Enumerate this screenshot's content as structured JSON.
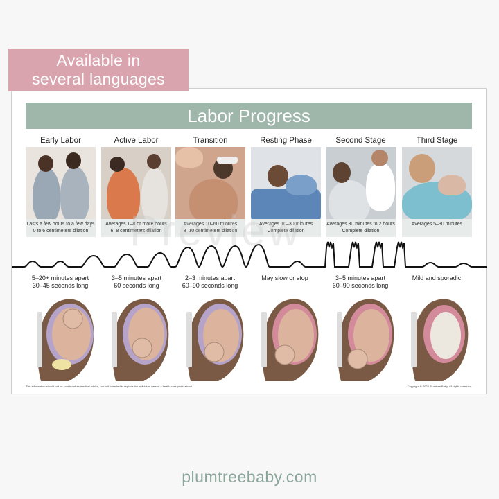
{
  "badge": {
    "line1": "Available in",
    "line2": "several languages"
  },
  "poster": {
    "title": "Labor Progress",
    "stages": [
      {
        "name": "Early Labor",
        "caption1": "Lasts a few hours to a few days",
        "caption2": "0 to 6 centimeters dilation",
        "contraction1": "5–20+ minutes apart",
        "contraction2": "30–45 seconds long"
      },
      {
        "name": "Active Labor",
        "caption1": "Averages 1–8 or more hours",
        "caption2": "6–8 centimeters dilation",
        "contraction1": "3–5 minutes apart",
        "contraction2": "60 seconds long"
      },
      {
        "name": "Transition",
        "caption1": "Averages 10–60 minutes",
        "caption2": "8–10 centimeters dilation",
        "contraction1": "2–3 minutes apart",
        "contraction2": "60–90 seconds long"
      },
      {
        "name": "Resting Phase",
        "caption1": "Averages 10–30 minutes",
        "caption2": "Complete dilation",
        "contraction1": "May slow or stop",
        "contraction2": ""
      },
      {
        "name": "Second Stage",
        "caption1": "Averages 30 minutes to 2 hours",
        "caption2": "Complete dilation",
        "contraction1": "3–5 minutes apart",
        "contraction2": "60–90 seconds long"
      },
      {
        "name": "Third Stage",
        "caption1": "Averages 5–30 minutes",
        "caption2": "",
        "contraction1": "Mild and sporadic",
        "contraction2": ""
      }
    ],
    "disclaimer": "This information should not be construed as medical advice, nor is it intended to replace the individual care of a health care professional.",
    "copyright": "Copyright © 2022 Plumtree Baby. All rights reserved.",
    "watermark": "Preview"
  },
  "site": "plumtreebaby.com",
  "colors": {
    "badge": "#d9a4ad",
    "title_bar": "#9fb7ab",
    "caption_bg": "#e7ecea",
    "site": "#8aa69b"
  }
}
